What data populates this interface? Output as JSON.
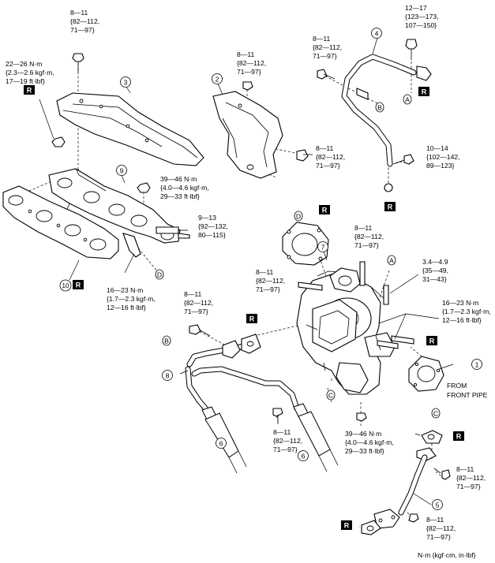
{
  "callouts": {
    "c1": "1",
    "c2": "2",
    "c3": "3",
    "c4": "4",
    "c5": "5",
    "c6a": "6",
    "c6b": "6",
    "c7": "7",
    "c8": "8",
    "c9": "9",
    "c10": "10"
  },
  "letters": {
    "A1": "A",
    "A2": "A",
    "B1": "B",
    "B2": "B",
    "C1": "C",
    "C2": "C",
    "D1": "D",
    "D2": "D"
  },
  "replace_mark": "R",
  "torques": {
    "t1": [
      "8—11",
      "{82—112,",
      "71—97}"
    ],
    "t2": [
      "22—26 N·m",
      "{2.3—2.6 kgf·m,",
      "17—19 ft·lbf}"
    ],
    "t3": [
      "8—11",
      "{82—112,",
      "71—97}"
    ],
    "t4": [
      "12—17",
      "{123—173,",
      "107—150}"
    ],
    "t5": [
      "8—11",
      "{82—112,",
      "71—97}"
    ],
    "t6": [
      "8—11",
      "{82—112,",
      "71—97}"
    ],
    "t7": [
      "10—14",
      "{102—142,",
      "89—123}"
    ],
    "t8": [
      "39—46 N·m",
      "{4.0—4.6 kgf·m,",
      "29—33 ft·lbf}"
    ],
    "t9": [
      "9—13",
      "{92—132,",
      "80—115}"
    ],
    "t10": [
      "8—11",
      "{82—112,",
      "71—97}"
    ],
    "t11": [
      "3.4—4.9",
      "{35—49,",
      "31—43}"
    ],
    "t12": [
      "8—11",
      "{82—112,",
      "71—97}"
    ],
    "t13": [
      "16—23 N·m",
      "{1.7—2.3 kgf·m,",
      "12—16 ft·lbf}"
    ],
    "t14": [
      "16—23 N·m",
      "{1.7—2.3 kgf·m,",
      "12—16 ft·lbf}"
    ],
    "t15": [
      "8—11",
      "{82—112,",
      "71—97}"
    ],
    "t16": [
      "8—11",
      "{82—112,",
      "71—97}"
    ],
    "t17": [
      "39—46 N·m",
      "{4.0—4.6 kgf·m,",
      "29—33 ft·lbf}"
    ],
    "t18": [
      "8—11",
      "{82—112,",
      "71—97}"
    ],
    "t19": [
      "8—11",
      "{82—112,",
      "71—97}"
    ]
  },
  "from_label": [
    "FROM",
    "FRONT PIPE"
  ],
  "units_note": "N·m {kgf·cm, in·lbf}"
}
